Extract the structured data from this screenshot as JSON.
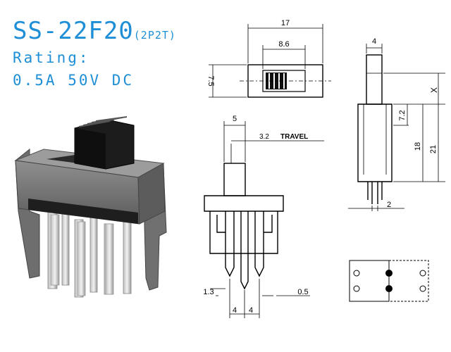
{
  "header": {
    "model": "SS-22F20",
    "variant": "(2P2T)",
    "rating_label": "Rating:",
    "rating_value": "0.5A  50V  DC"
  },
  "dimensions": {
    "body_length": "17",
    "slot_length": "8.6",
    "body_height": "7.5",
    "actuator_width": "5",
    "travel_value": "3.2",
    "travel_label": "TRAVEL",
    "pin_width": "1.3",
    "pin_thickness": "0.5",
    "pitch_a": "4",
    "pitch_b": "4",
    "side_actuator": "4",
    "side_x": "X",
    "side_7_2": "7.2",
    "side_18": "18",
    "side_21": "21",
    "side_2": "2"
  },
  "colors": {
    "accent": "#1e8fd6",
    "ink": "#000000"
  }
}
